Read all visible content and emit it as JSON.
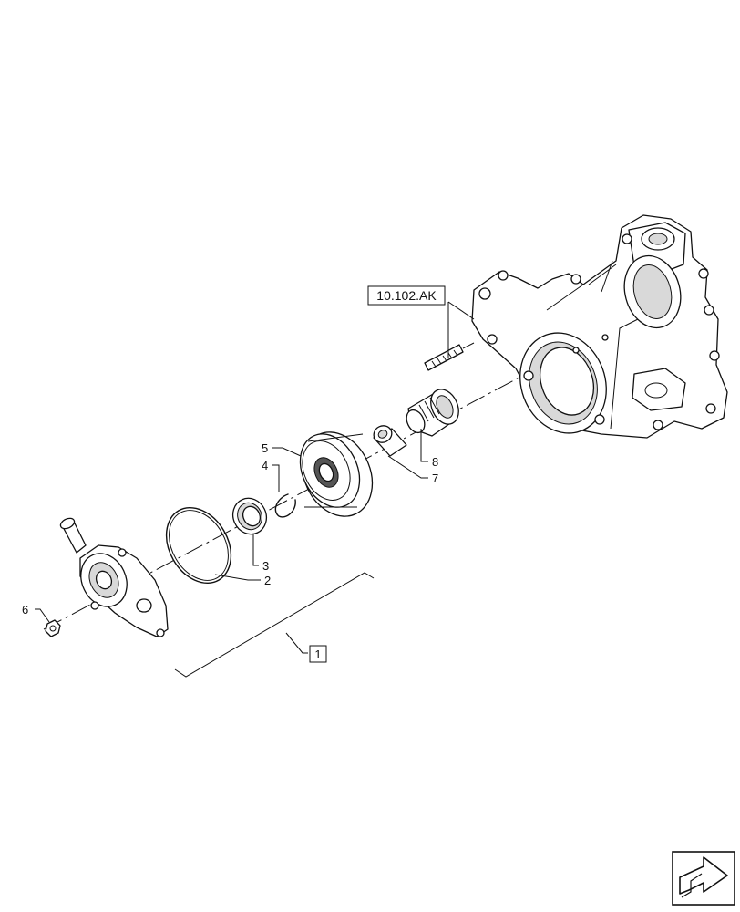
{
  "reference_label": "10.102.AK",
  "callouts": {
    "c1": "1",
    "c2": "2",
    "c3": "3",
    "c4": "4",
    "c5": "5",
    "c6": "6",
    "c7": "7",
    "c8": "8"
  },
  "icons": {
    "nav": "next-page-arrow-icon"
  }
}
